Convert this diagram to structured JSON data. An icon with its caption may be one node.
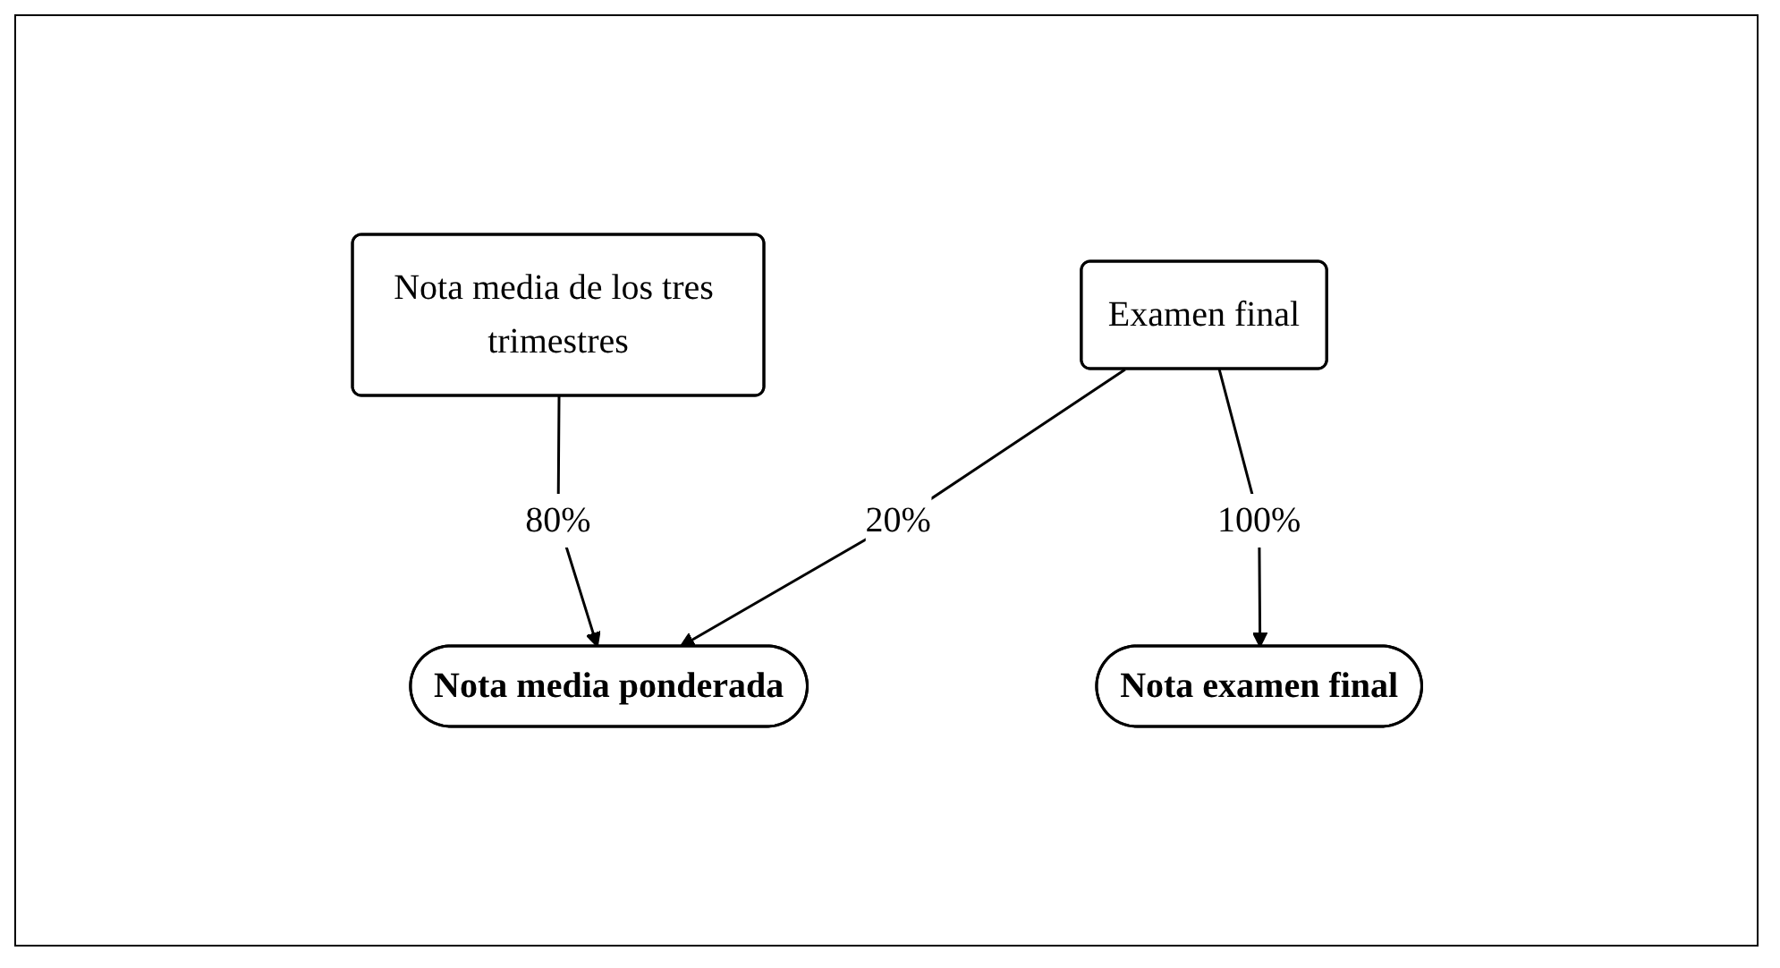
{
  "diagram": {
    "nodes": [
      {
        "text": [
          "Nota media de los tres trimestres"
        ]
      },
      {
        "text": [
          "Examen final"
        ]
      },
      {
        "text": [
          "Nota media ponderada"
        ]
      },
      {
        "text": [
          "Nota examen final"
        ]
      }
    ],
    "edges": [
      {
        "from": 0,
        "to": 2,
        "arrow": "to",
        "label": "80%"
      },
      {
        "from": 1,
        "to": 2,
        "arrow": "to",
        "label": "20%"
      },
      {
        "from": 1,
        "to": 3,
        "arrow": "to",
        "label": "100%"
      }
    ]
  }
}
